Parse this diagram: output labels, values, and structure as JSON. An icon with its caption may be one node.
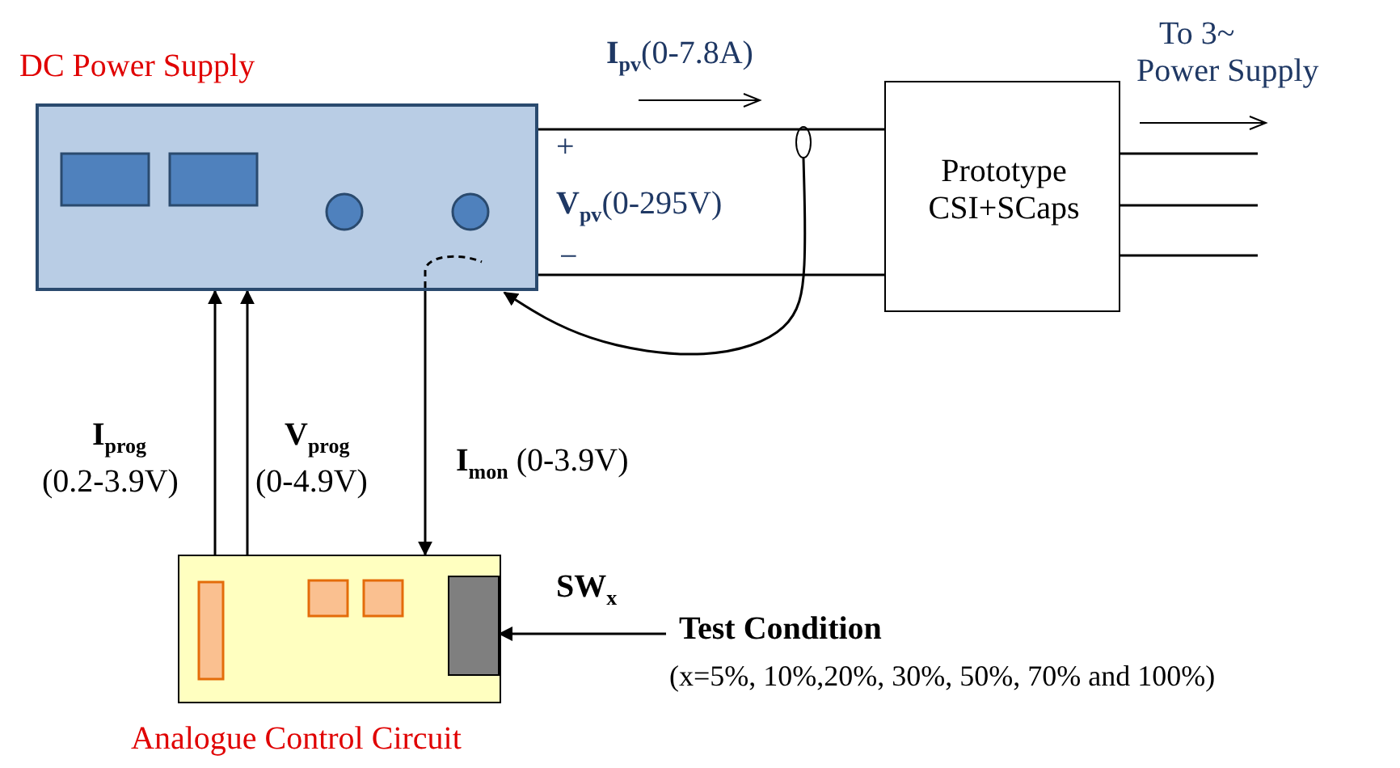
{
  "diagram": {
    "nodes": [
      {
        "text": [
          "DC Power Supply"
        ]
      },
      {
        "text": [
          "Prototype CSI+SCaps"
        ]
      },
      {
        "text": [],
        "shape": "circle"
      },
      {
        "text": [
          "Analogue Control Circuit"
        ]
      },
      {
        "text": [],
        "shape": "box",
        "in": 3
      },
      {
        "text": [
          "Test Condition",
          "(x=5%, 10%,20%, 30%, 50%, 70% and 100%)"
        ]
      }
    ],
    "edges": [
      {
        "from": 0,
        "to": 1,
        "arrow": "none"
      },
      {
        "from": 0,
        "to": 1,
        "arrow": "none"
      },
      {
        "from": 2,
        "to": 0,
        "arrow": "to"
      },
      {
        "from": 0,
        "to": 3,
        "arrow": "to"
      },
      {
        "from": 3,
        "to": 0,
        "arrow": "to"
      },
      {
        "from": 3,
        "to": 0,
        "arrow": "to"
      },
      {
        "from": 5,
        "to": 4,
        "arrow": "to"
      },
      {
        "from": 1,
        "to": null,
        "arrow": "none"
      },
      {
        "from": 1,
        "to": null,
        "arrow": "none"
      },
      {
        "from": 1,
        "to": null,
        "arrow": "none"
      }
    ],
    "labels": [
      "**I**$_{pv}$(0-7.8A)",
      "To 3~ Power Supply",
      "+",
      "**V**$_{pv}$(0-295V)",
      "−",
      "I$_{prog}$",
      "V$_{prog}$",
      "(0.2-3.9V)",
      "(0-4.9V)",
      "**I**$_{mon}$ (0-3.9V)",
      "SW$_{x}$"
    ]
  }
}
